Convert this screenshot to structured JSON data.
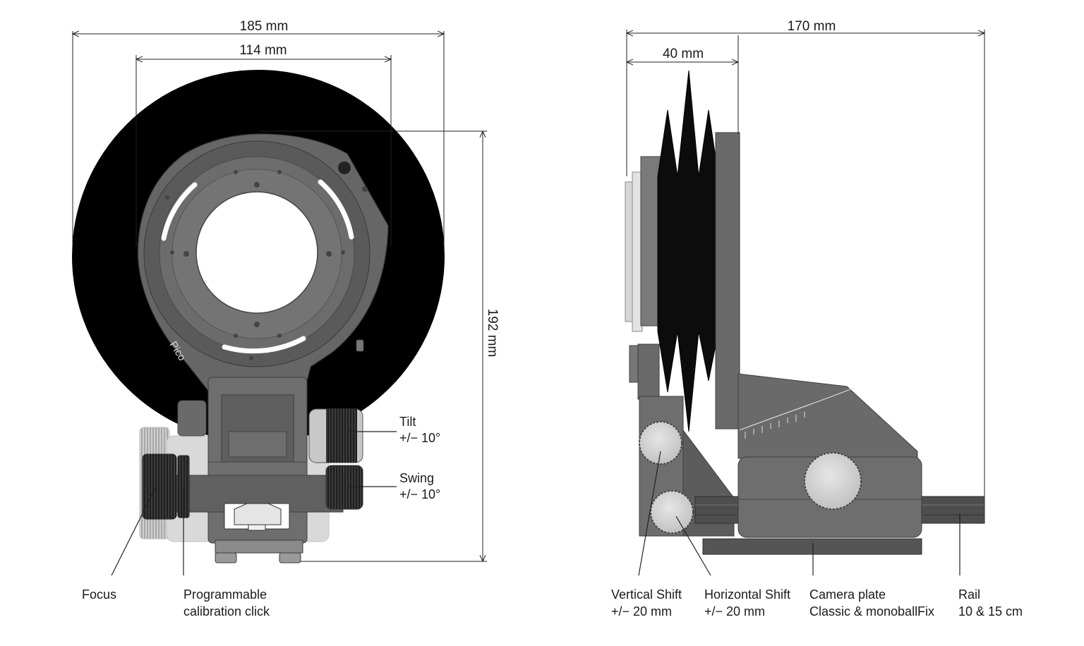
{
  "front_view": {
    "dim_overall_width": "185 mm",
    "dim_inner_width": "114 mm",
    "dim_height": "192 mm",
    "brand_engraving": "Pico",
    "callouts": {
      "tilt": [
        "Tilt",
        "+/− 10°"
      ],
      "swing": [
        "Swing",
        "+/− 10°"
      ],
      "focus": [
        "Focus"
      ],
      "calibration": [
        "Programmable",
        "calibration click"
      ]
    }
  },
  "side_view": {
    "dim_overall_length": "170 mm",
    "dim_front_depth": "40 mm",
    "callouts": {
      "vertical_shift": [
        "Vertical Shift",
        "+/− 20 mm"
      ],
      "horizontal_shift": [
        "Horizontal Shift",
        "+/− 20 mm"
      ],
      "camera_plate": [
        "Camera plate",
        "Classic & monoballFix"
      ],
      "rail": [
        "Rail",
        "10 & 15 cm"
      ]
    }
  },
  "colors": {
    "shade_disc": "#000000",
    "body_dark": "#5a5a5a",
    "body_mid": "#6e6e6e",
    "knob_light": "#d4d4d4",
    "ghost": "#cfcfcf"
  }
}
